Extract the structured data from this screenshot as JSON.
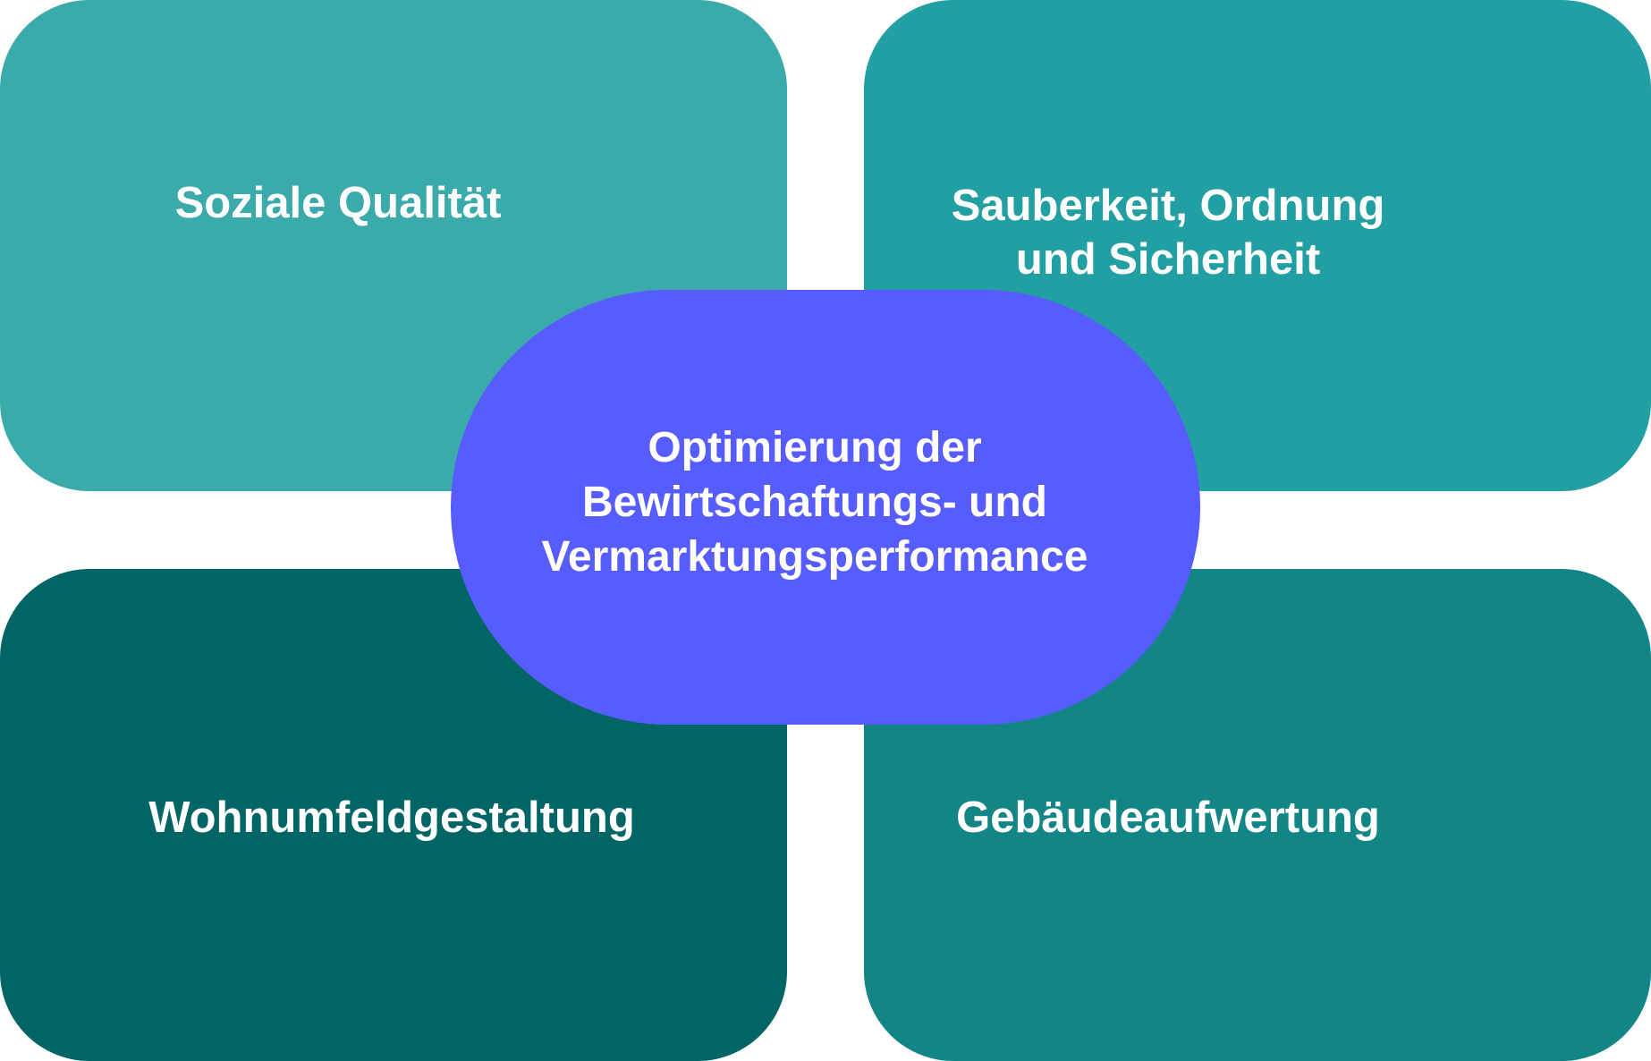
{
  "colors": {
    "tile_top_left": "#3aaaaa",
    "tile_top_right": "#229fa2",
    "tile_bottom_left": "#016565",
    "tile_bottom_right": "#128586",
    "center": "#575cff"
  },
  "tiles": {
    "top_left": "Soziale Qualität",
    "top_right": "Sauberkeit, Ordnung\nund Sicherheit",
    "bottom_left": "Wohnumfeldgestaltung",
    "bottom_right": "Gebäudeaufwertung"
  },
  "center": {
    "label": "Optimierung der\nBewirtschaftungs- und\nVermarktungsperformance"
  }
}
